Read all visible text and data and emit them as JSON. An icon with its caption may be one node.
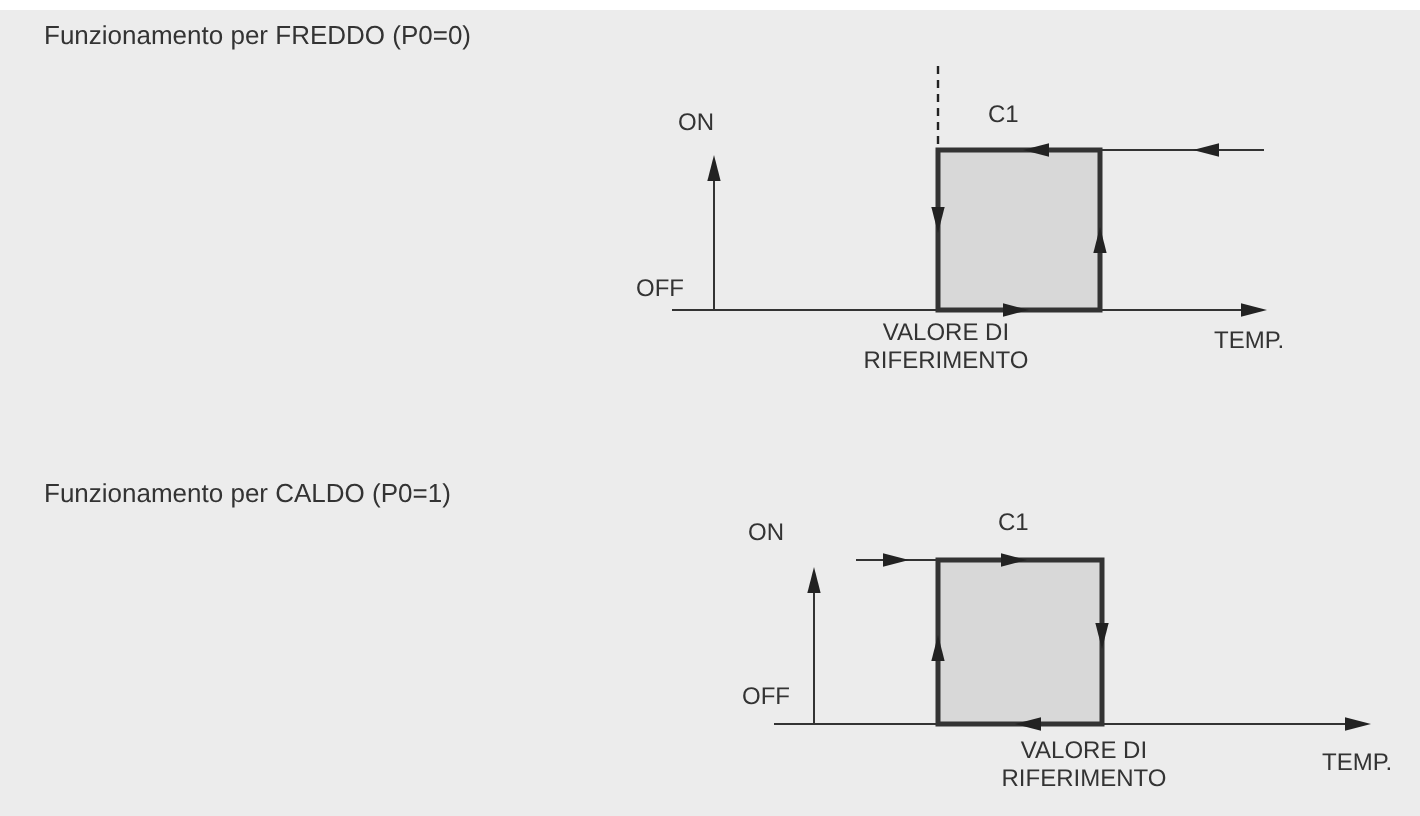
{
  "diagram": {
    "labels": [
      "Funzionamento per FREDDO (P0=0)",
      "ON",
      "C1",
      "OFF",
      "VALORE DI RIFERIMENTO",
      "TEMP.",
      "Funzionamento per CALDO (P0=1)",
      "ON",
      "C1",
      "OFF",
      "VALORE DI RIFERIMENTO",
      "TEMP."
    ]
  }
}
